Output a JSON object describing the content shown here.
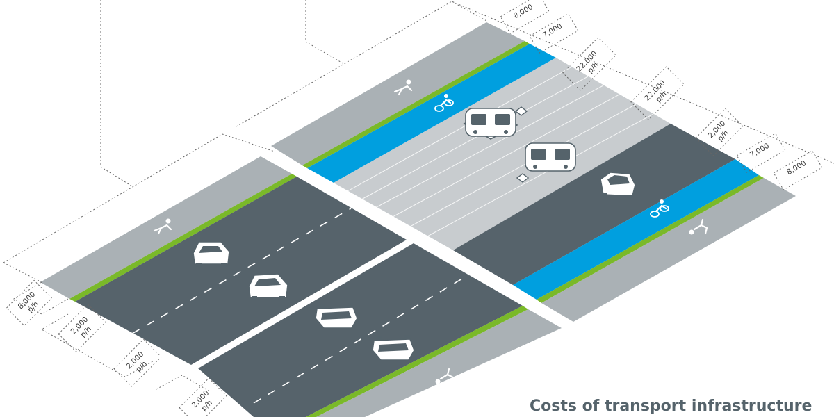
{
  "title": "Costs of transport infrastructure",
  "colors": {
    "sidewalk": "#aab1b5",
    "road": "#56636b",
    "bike_lane": "#009fdf",
    "green_strip": "#7ab929",
    "tram_lane": "#c8cccf",
    "text": "#55636b"
  },
  "top_street_capacities": [
    {
      "value": "8,000",
      "unit": ""
    },
    {
      "value": "7,000",
      "unit": ""
    },
    {
      "value": "22,000",
      "unit": "p/h"
    },
    {
      "value": "22,000",
      "unit": "p/h"
    },
    {
      "value": "2,000",
      "unit": "p/h"
    },
    {
      "value": "7,000",
      "unit": ""
    },
    {
      "value": "8,000",
      "unit": ""
    }
  ],
  "bottom_street_capacities": [
    {
      "value": "8,000",
      "unit": "p/h"
    },
    {
      "value": "2,000",
      "unit": "p/h"
    },
    {
      "value": "2,000",
      "unit": "p/h"
    },
    {
      "value": "2,000",
      "unit": "p/h"
    }
  ],
  "icons": [
    "pedestrian-icon",
    "cyclist-icon",
    "tram-icon",
    "car-icon"
  ]
}
